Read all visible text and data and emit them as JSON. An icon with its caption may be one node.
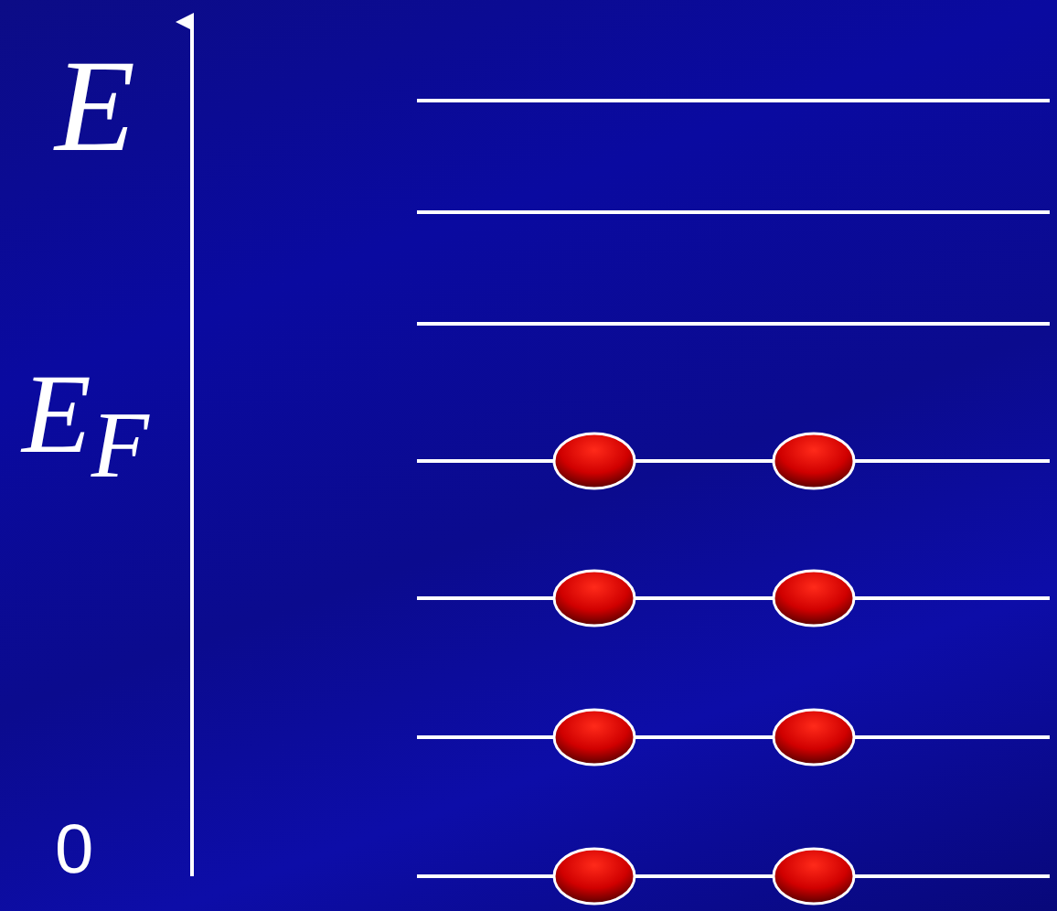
{
  "diagram": {
    "labels": [
      "E",
      "E$_{F}$",
      "0"
    ]
  }
}
